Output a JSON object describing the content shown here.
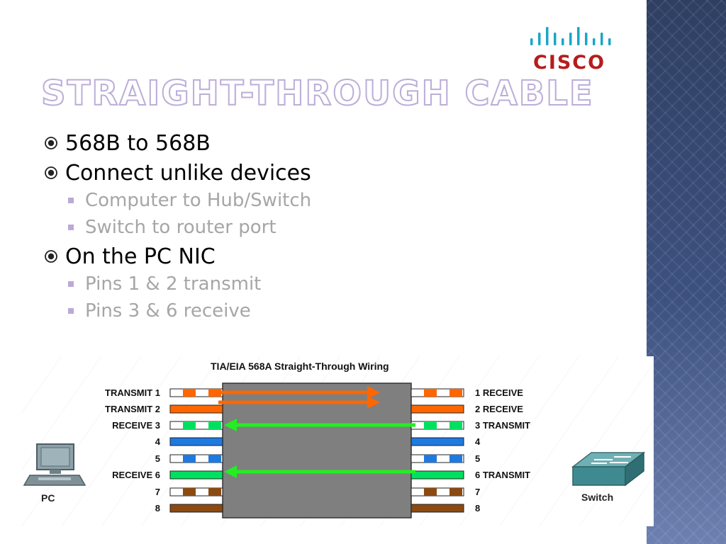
{
  "slide": {
    "logo_text": "CISCO",
    "title": "STRAIGHT-THROUGH CABLE",
    "bullets": [
      {
        "text": "568B to 568B",
        "sub": []
      },
      {
        "text": "Connect unlike devices",
        "sub": [
          "Computer to Hub/Switch",
          "Switch to router port"
        ]
      },
      {
        "text": "On the PC NIC",
        "sub": [
          "Pins 1 & 2 transmit",
          "Pins 3 & 6 receive"
        ]
      }
    ]
  },
  "diagram": {
    "title": "TIA/EIA 568A Straight-Through Wiring",
    "left_device": "PC",
    "right_device": "Switch",
    "left_labels": [
      "TRANSMIT 1",
      "TRANSMIT 2",
      "RECEIVE 3",
      "4",
      "5",
      "RECEIVE 6",
      "7",
      "8"
    ],
    "right_labels": [
      "1 RECEIVE",
      "2 RECEIVE",
      "3 TRANSMIT",
      "4",
      "5",
      "6 TRANSMIT",
      "7",
      "8"
    ],
    "colors": {
      "orange": "#ff6600",
      "green": "#00e060",
      "blue": "#1e7ae0",
      "brown": "#8b4a12",
      "arrow_green": "#22ee22",
      "box": "#7f7f7f"
    },
    "pins": [
      {
        "color": "orange",
        "striped": true
      },
      {
        "color": "orange",
        "striped": false
      },
      {
        "color": "green",
        "striped": true
      },
      {
        "color": "blue",
        "striped": false
      },
      {
        "color": "blue",
        "striped": true
      },
      {
        "color": "green",
        "striped": false
      },
      {
        "color": "brown",
        "striped": true
      },
      {
        "color": "brown",
        "striped": false
      }
    ]
  },
  "icons": {
    "bullet": "circle-dot-bullet-icon",
    "sub_bullet": "square-bullet-icon",
    "pc": "computer-icon",
    "switch": "network-switch-icon"
  }
}
